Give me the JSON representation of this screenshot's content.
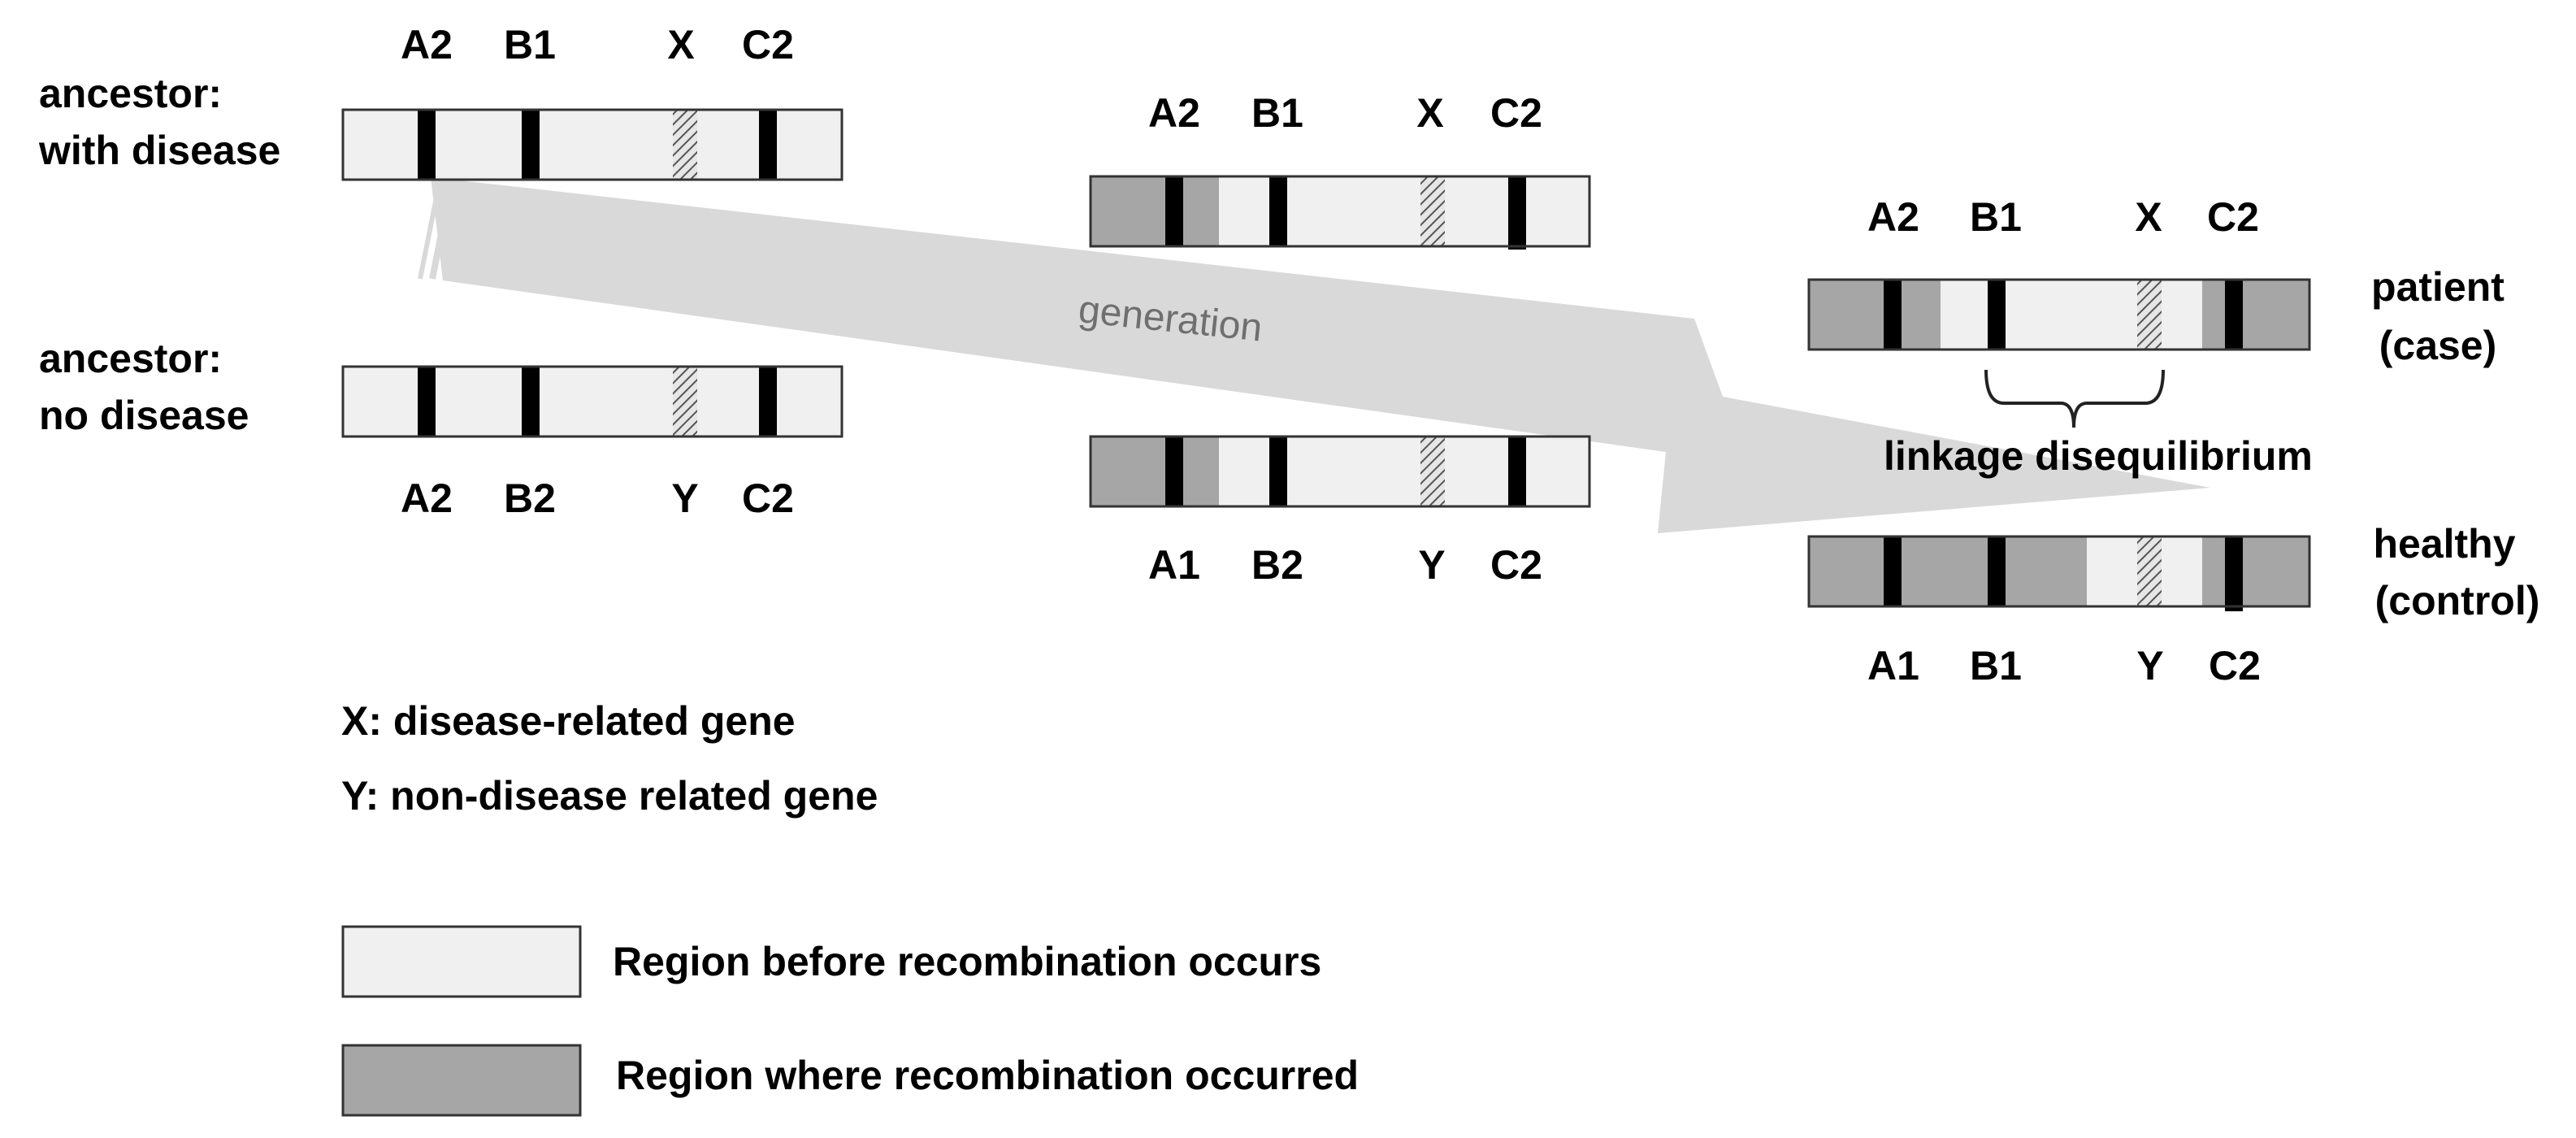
{
  "colors": {
    "pre_recombination": "#f0f0f0",
    "recombined": "#a6a6a6",
    "marker": "#000000",
    "arrow": "#d9d9d9",
    "outline": "#333333",
    "generation_text": "#6f6f6f"
  },
  "ancestors": {
    "with_disease": {
      "label_line1": "ancestor:",
      "label_line2": "with disease",
      "markers": [
        "A2",
        "B1",
        "X",
        "C2"
      ]
    },
    "no_disease": {
      "label_line1": "ancestor:",
      "label_line2": "no disease",
      "markers": [
        "A2",
        "B2",
        "Y",
        "C2"
      ]
    }
  },
  "middle": {
    "upper": {
      "markers": [
        "A2",
        "B1",
        "X",
        "C2"
      ]
    },
    "lower": {
      "markers": [
        "A1",
        "B2",
        "Y",
        "C2"
      ]
    }
  },
  "arrow_label": "generation",
  "descendants": {
    "patient": {
      "label_line1": "patient",
      "label_line2": "(case)",
      "markers": [
        "A2",
        "B1",
        "X",
        "C2"
      ]
    },
    "healthy": {
      "label_line1": "healthy",
      "label_line2": "(control)",
      "markers": [
        "A1",
        "B1",
        "Y",
        "C2"
      ]
    }
  },
  "bracket_label": "linkage disequilibrium",
  "notes": {
    "x": "X: disease-related gene",
    "y": "Y: non-disease related gene"
  },
  "legend": {
    "pre": "Region before recombination occurs",
    "post": "Region where recombination occurred"
  }
}
